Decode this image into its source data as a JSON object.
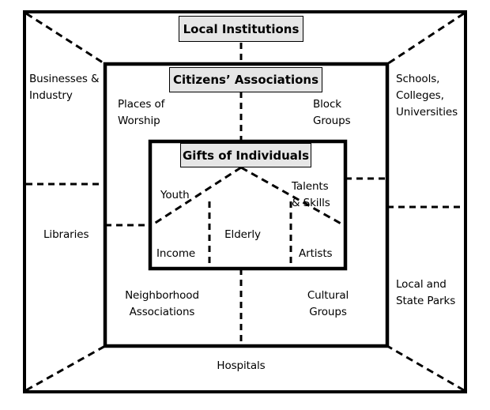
{
  "diagram": {
    "title": "Community Assets Nested Frame Diagram",
    "colors": {
      "line": "#000000",
      "label_fill": "#e6e6e6",
      "background": "#ffffff"
    },
    "frames": [
      {
        "name": "outer-frame",
        "label": "Local Institutions"
      },
      {
        "name": "middle-frame",
        "label": "Citizens' Associations"
      },
      {
        "name": "inner-frame",
        "label": "Gifts of Individuals"
      }
    ],
    "banners": {
      "outer": "Local Institutions",
      "middle": "Citizens’ Associations",
      "inner": "Gifts of Individuals"
    },
    "outer_items": [
      {
        "key": "businesses",
        "text": "Businesses &\nIndustry"
      },
      {
        "key": "schools",
        "text": "Schools,\nColleges,\nUniversities"
      },
      {
        "key": "libraries",
        "text": "Libraries"
      },
      {
        "key": "parks",
        "text": "Local and\nState Parks"
      },
      {
        "key": "hospitals",
        "text": "Hospitals"
      }
    ],
    "middle_items": [
      {
        "key": "places-of-worship",
        "text": "Places of\nWorship"
      },
      {
        "key": "block-groups",
        "text": "Block\nGroups"
      },
      {
        "key": "neighborhood-associations",
        "text": "Neighborhood\nAssociations"
      },
      {
        "key": "cultural-groups",
        "text": "Cultural\nGroups"
      }
    ],
    "inner_items": [
      {
        "key": "youth",
        "text": "Youth"
      },
      {
        "key": "talents-skills",
        "text": "Talents\n& Skills"
      },
      {
        "key": "income",
        "text": "Income"
      },
      {
        "key": "elderly",
        "text": "Elderly"
      },
      {
        "key": "artists",
        "text": "Artists"
      }
    ],
    "labels": {
      "businesses_industry": "Businesses &\nIndustry",
      "schools_colleges_universities": "Schools,\nColleges,\nUniversities",
      "libraries": "Libraries",
      "local_state_parks": "Local and\nState Parks",
      "hospitals": "Hospitals",
      "places_of_worship": "Places of\nWorship",
      "block_groups": "Block\nGroups",
      "neighborhood_associations": "Neighborhood\nAssociations",
      "cultural_groups": "Cultural\nGroups",
      "youth": "Youth",
      "talents_skills": "Talents\n& Skills",
      "income": "Income",
      "elderly": "Elderly",
      "artists": "Artists"
    }
  }
}
